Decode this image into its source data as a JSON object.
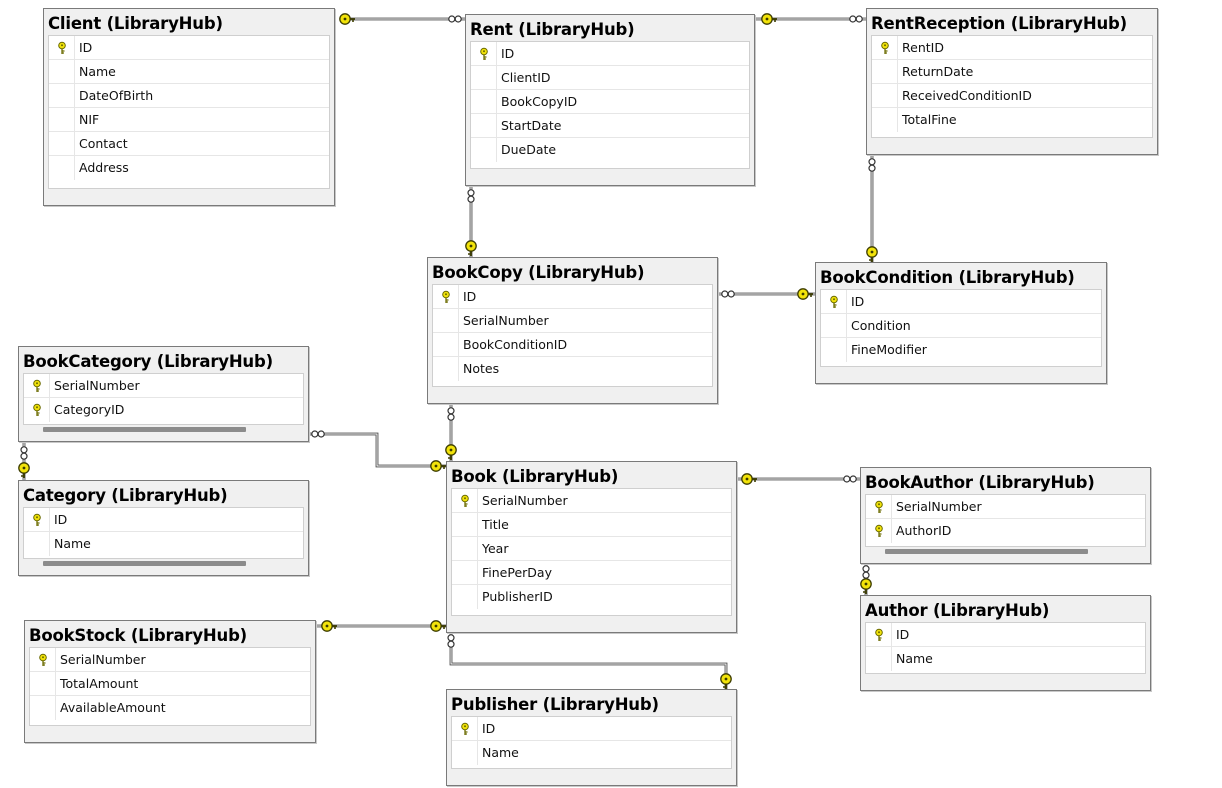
{
  "colors": {
    "canvas": "#ffffff",
    "table_frame": "#f0f0f0",
    "key_yellow": "#f2e30a",
    "line": "#4a4a4a"
  },
  "icons": {
    "primary_key": "key-icon",
    "one_end": "key-icon",
    "many_end": "infinity-icon"
  },
  "tables": {
    "client": {
      "title": "Client (LibraryHub)",
      "columns": [
        {
          "name": "ID",
          "pk": true
        },
        {
          "name": "Name",
          "pk": false
        },
        {
          "name": "DateOfBirth",
          "pk": false
        },
        {
          "name": "NIF",
          "pk": false
        },
        {
          "name": "Contact",
          "pk": false
        },
        {
          "name": "Address",
          "pk": false
        }
      ]
    },
    "rent": {
      "title": "Rent (LibraryHub)",
      "columns": [
        {
          "name": "ID",
          "pk": true
        },
        {
          "name": "ClientID",
          "pk": false
        },
        {
          "name": "BookCopyID",
          "pk": false
        },
        {
          "name": "StartDate",
          "pk": false
        },
        {
          "name": "DueDate",
          "pk": false
        }
      ]
    },
    "rent_reception": {
      "title": "RentReception (LibraryHub)",
      "columns": [
        {
          "name": "RentID",
          "pk": true
        },
        {
          "name": "ReturnDate",
          "pk": false
        },
        {
          "name": "ReceivedConditionID",
          "pk": false
        },
        {
          "name": "TotalFine",
          "pk": false
        }
      ]
    },
    "book_copy": {
      "title": "BookCopy (LibraryHub)",
      "columns": [
        {
          "name": "ID",
          "pk": true
        },
        {
          "name": "SerialNumber",
          "pk": false
        },
        {
          "name": "BookConditionID",
          "pk": false
        },
        {
          "name": "Notes",
          "pk": false
        }
      ]
    },
    "book_condition": {
      "title": "BookCondition (LibraryHub)",
      "columns": [
        {
          "name": "ID",
          "pk": true
        },
        {
          "name": "Condition",
          "pk": false
        },
        {
          "name": "FineModifier",
          "pk": false
        }
      ]
    },
    "book_category": {
      "title": "BookCategory (LibraryHub)",
      "columns": [
        {
          "name": "SerialNumber",
          "pk": true
        },
        {
          "name": "CategoryID",
          "pk": true
        }
      ]
    },
    "category": {
      "title": "Category (LibraryHub)",
      "columns": [
        {
          "name": "ID",
          "pk": true
        },
        {
          "name": "Name",
          "pk": false
        }
      ]
    },
    "book": {
      "title": "Book (LibraryHub)",
      "columns": [
        {
          "name": "SerialNumber",
          "pk": true
        },
        {
          "name": "Title",
          "pk": false
        },
        {
          "name": "Year",
          "pk": false
        },
        {
          "name": "FinePerDay",
          "pk": false
        },
        {
          "name": "PublisherID",
          "pk": false
        }
      ]
    },
    "book_author": {
      "title": "BookAuthor (LibraryHub)",
      "columns": [
        {
          "name": "SerialNumber",
          "pk": true
        },
        {
          "name": "AuthorID",
          "pk": true
        }
      ]
    },
    "author": {
      "title": "Author (LibraryHub)",
      "columns": [
        {
          "name": "ID",
          "pk": true
        },
        {
          "name": "Name",
          "pk": false
        }
      ]
    },
    "book_stock": {
      "title": "BookStock (LibraryHub)",
      "columns": [
        {
          "name": "SerialNumber",
          "pk": true
        },
        {
          "name": "TotalAmount",
          "pk": false
        },
        {
          "name": "AvailableAmount",
          "pk": false
        }
      ]
    },
    "publisher": {
      "title": "Publisher (LibraryHub)",
      "columns": [
        {
          "name": "ID",
          "pk": true
        },
        {
          "name": "Name",
          "pk": false
        }
      ]
    }
  },
  "relationships": [
    {
      "one": "client",
      "many": "rent"
    },
    {
      "one": "rent",
      "many": "rent_reception"
    },
    {
      "one": "book_copy",
      "many": "rent"
    },
    {
      "one": "book_condition",
      "many": "rent_reception"
    },
    {
      "one": "book_condition",
      "many": "book_copy"
    },
    {
      "one": "book",
      "many": "book_copy"
    },
    {
      "one": "book",
      "many": "book_category"
    },
    {
      "one": "category",
      "many": "book_category"
    },
    {
      "one": "book",
      "many": "book_author"
    },
    {
      "one": "author",
      "many": "book_author"
    },
    {
      "one": "book",
      "many": "book_stock"
    },
    {
      "one": "publisher",
      "many": "book"
    }
  ]
}
